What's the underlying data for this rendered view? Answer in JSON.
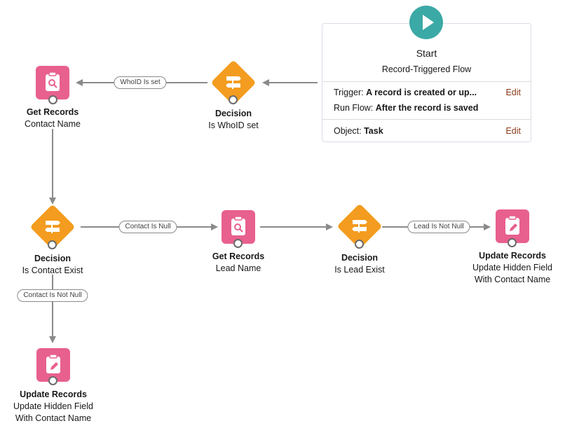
{
  "start": {
    "title": "Start",
    "subtitle": "Record-Triggered Flow",
    "trigger_label": "Trigger:",
    "trigger_value": "A record is created or up...",
    "run_label": "Run Flow:",
    "run_value": "After the record is saved",
    "object_label": "Object:",
    "object_value": "Task",
    "edit_label": "Edit",
    "icon": "play-icon",
    "accent": "#3ba9a6"
  },
  "nodes": {
    "decision_whoid": {
      "type": "Decision",
      "name": "Is WhoID set",
      "icon": "decision-icon"
    },
    "get_contact": {
      "type": "Get Records",
      "name": "Contact Name",
      "icon": "get-records-icon"
    },
    "decision_contact": {
      "type": "Decision",
      "name": "Is Contact Exist",
      "icon": "decision-icon"
    },
    "get_lead": {
      "type": "Get Records",
      "name": "Lead Name",
      "icon": "get-records-icon"
    },
    "decision_lead": {
      "type": "Decision",
      "name": "Is Lead Exist",
      "icon": "decision-icon"
    },
    "update_right": {
      "type": "Update Records",
      "name_line1": "Update Hidden Field",
      "name_line2": "With Contact Name",
      "icon": "update-records-icon"
    },
    "update_bottom": {
      "type": "Update Records",
      "name_line1": "Update Hidden Field",
      "name_line2": "With Contact Name",
      "icon": "update-records-icon"
    }
  },
  "connectors": {
    "whoid_set": "WhoID Is set",
    "contact_is_null": "Contact Is Null",
    "lead_is_not_null": "Lead Is Not Null",
    "contact_is_not_null": "Contact Is Not Null"
  },
  "colors": {
    "records": "#e8608d",
    "decision": "#f39c1f",
    "line": "#8a8a8a"
  }
}
